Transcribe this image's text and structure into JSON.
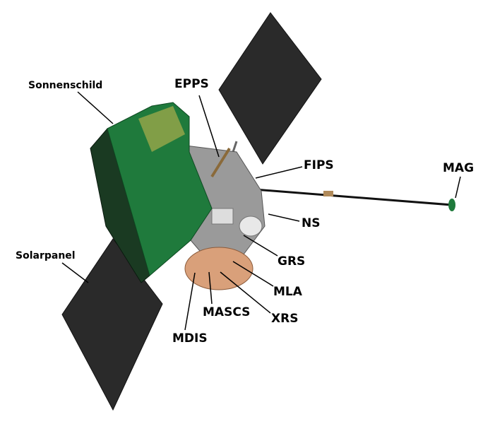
{
  "diagram": {
    "labels": {
      "sunshade": "Sonnenschild",
      "solar_panel": "Solarpanel",
      "epps": "EPPS",
      "fips": "FIPS",
      "mag": "MAG",
      "ns": "NS",
      "grs": "GRS",
      "mla": "MLA",
      "xrs": "XRS",
      "mascs": "MASCS",
      "mdis": "MDIS"
    },
    "colors": {
      "panel": "#2b2b2b",
      "sunshade": "#1f7a3c",
      "body": "#8f8f8f",
      "deck": "#d9a07a"
    }
  }
}
